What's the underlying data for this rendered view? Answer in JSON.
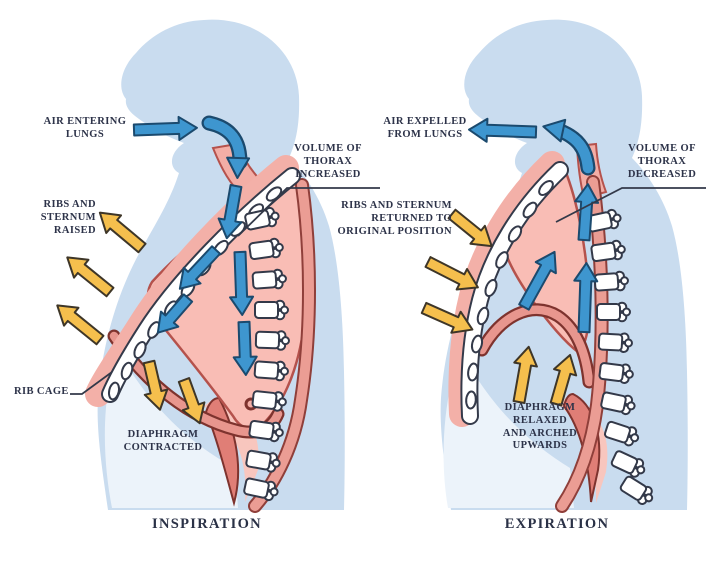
{
  "page": {
    "background": "#ffffff",
    "description": "Breathing mechanics diagram comparing inspiration and expiration"
  },
  "colors": {
    "body_silhouette": "#c9dcef",
    "cavity_tint": "#ecf3fa",
    "lung_fill": "#f9bdb5",
    "lung_outline": "#b5524c",
    "diaphragm_fill": "#e8968e",
    "diaphragm_outline": "#7e332e",
    "muscle_deep": "#e07e76",
    "bone_fill": "#ffffff",
    "bone_outline": "#333949",
    "air_arrow_fill": "#3e96cf",
    "air_arrow_outline": "#1b4a6e",
    "movement_arrow_fill": "#f5bf4d",
    "movement_arrow_outline": "#3e3628",
    "label_text": "#2d3349"
  },
  "figures": {
    "inspiration": {
      "title": "INSPIRATION",
      "labels": {
        "air_entering": {
          "lines": [
            "AIR ENTERING",
            "LUNGS"
          ]
        },
        "volume_thorax": {
          "lines": [
            "VOLUME OF",
            "THORAX",
            "INCREASED"
          ]
        },
        "ribs_sternum": {
          "lines": [
            "RIBS AND",
            "STERNUM",
            "RAISED"
          ]
        },
        "rib_cage": {
          "lines": [
            "RIB CAGE"
          ]
        },
        "diaphragm": {
          "lines": [
            "DIAPHRAGM",
            "CONTRACTED"
          ]
        }
      }
    },
    "expiration": {
      "title": "EXPIRATION",
      "labels": {
        "air_expelled": {
          "lines": [
            "AIR EXPELLED",
            "FROM LUNGS"
          ]
        },
        "volume_thorax": {
          "lines": [
            "VOLUME OF",
            "THORAX",
            "DECREASED"
          ]
        },
        "ribs_sternum": {
          "lines": [
            "RIBS AND STERNUM",
            "RETURNED TO",
            "ORIGINAL POSITION"
          ]
        },
        "diaphragm": {
          "lines": [
            "DIAPHRAGM",
            "RELAXED",
            "AND ARCHED",
            "UPWARDS"
          ]
        }
      }
    }
  }
}
